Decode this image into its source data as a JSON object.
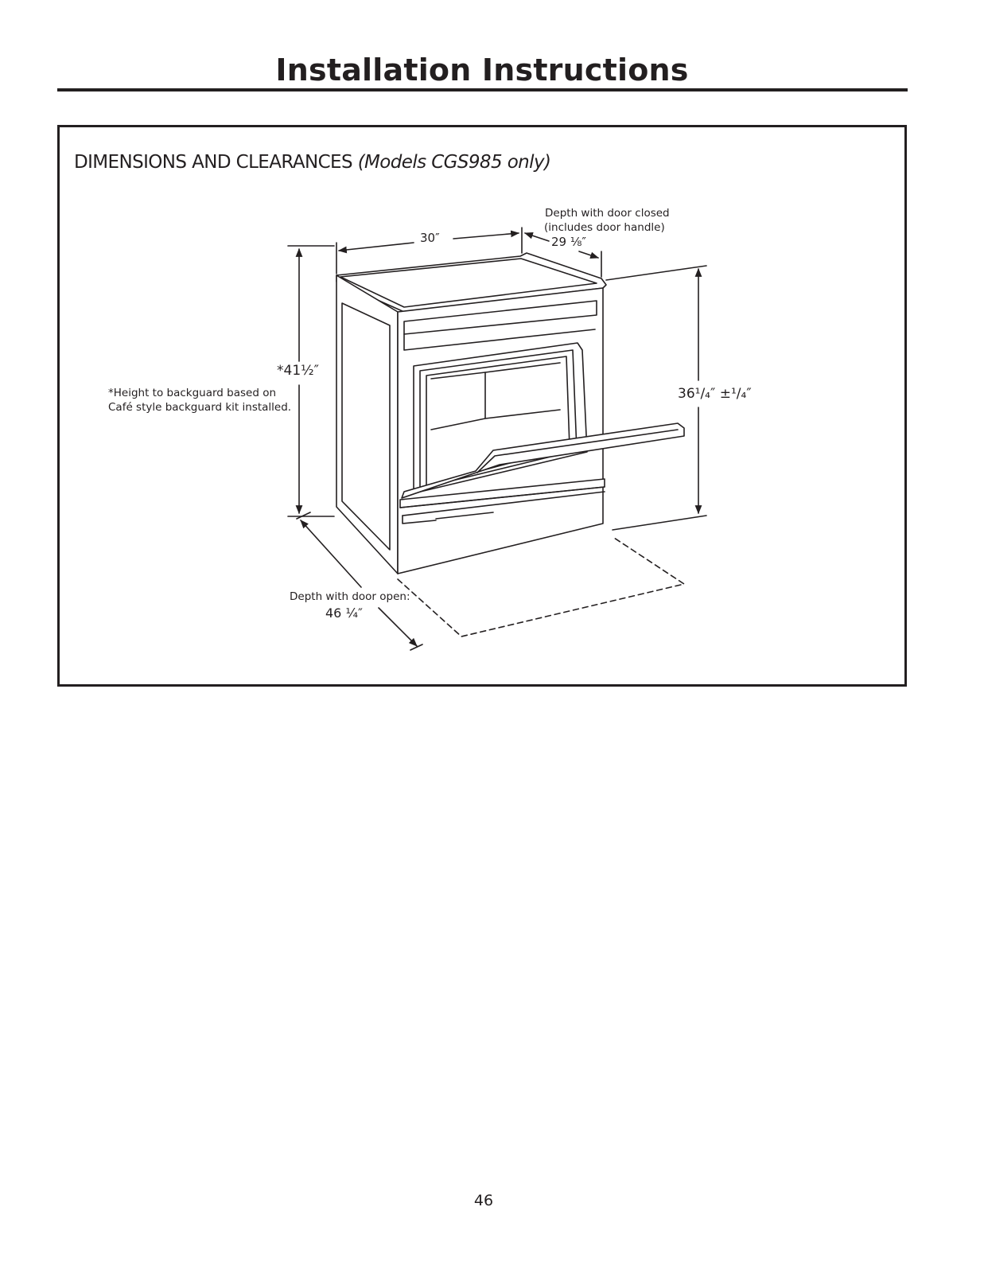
{
  "page": {
    "title": "Installation Instructions",
    "number": "46"
  },
  "section": {
    "heading": "DIMENSIONS AND CLEARANCES",
    "models": "(Models CGS985 only)"
  },
  "diagram": {
    "width_label": "30″",
    "depth_closed_line1": "Depth with door closed",
    "depth_closed_line2": "(includes door handle)",
    "depth_closed_value": "29 ⅛″",
    "height_backguard_value": "*41½″",
    "height_note_line1": "*Height to backguard based on",
    "height_note_line2": "Café style backguard kit installed.",
    "height_value": "36¹/₄″ ±¹/₄″",
    "depth_open_label": "Depth with door open:",
    "depth_open_value": "46 ¼″"
  }
}
